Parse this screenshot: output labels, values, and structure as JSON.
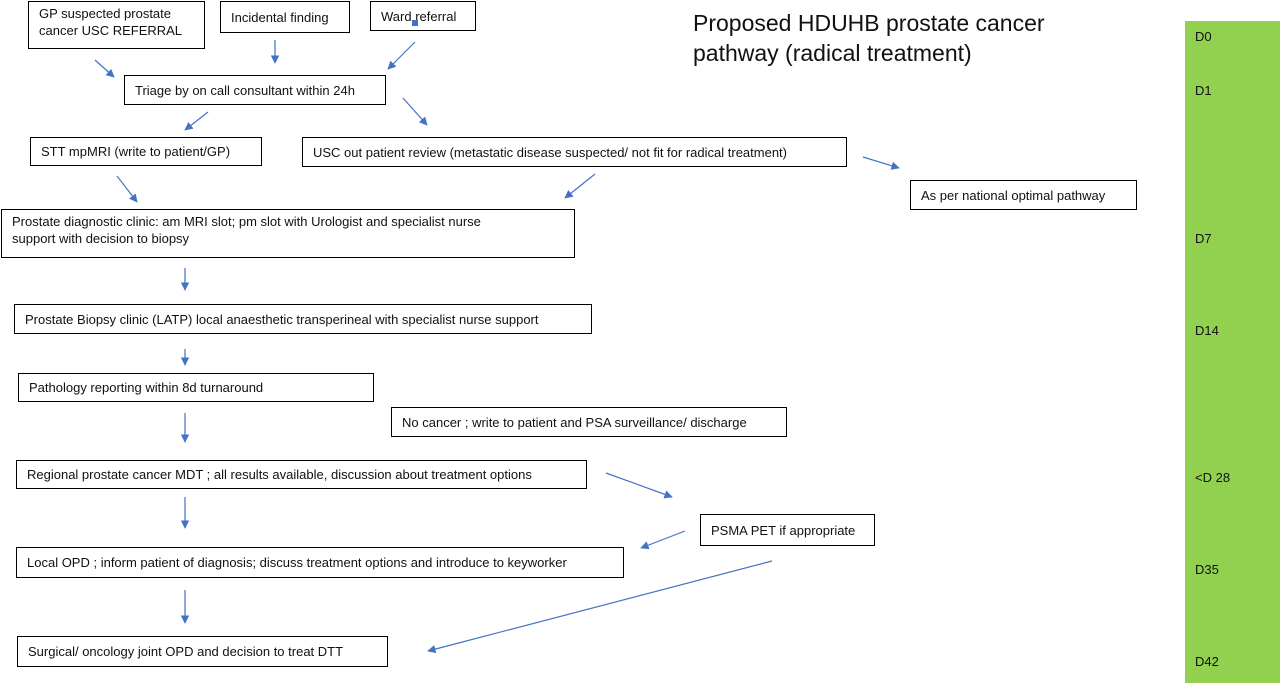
{
  "title": "Proposed HDUHB  prostate cancer pathway (radical treatment)",
  "colors": {
    "timeline": "#92d050",
    "arrow": "#4472c4",
    "border": "#000000"
  },
  "boxes": {
    "gp_referral": "GP suspected prostate cancer USC REFERRAL",
    "incidental": "Incidental finding",
    "ward_referral": "Ward referral",
    "triage": "Triage by on call consultant within 24h",
    "stt_mpmri": "STT mpMRI  (write to patient/GP)",
    "usc_review": "USC out patient review (metastatic disease suspected/ not fit for radical treatment)",
    "national_pathway": "As per national optimal pathway",
    "diagnostic_clinic": "Prostate diagnostic clinic: am MRI slot; pm slot with Urologist and specialist nurse support with decision to biopsy",
    "biopsy_clinic": "Prostate Biopsy clinic (LATP) local anaesthetic  transperineal  with specialist nurse support",
    "pathology": "Pathology reporting within 8d turnaround",
    "no_cancer": "No cancer ; write to patient and PSA surveillance/ discharge",
    "mdt": "Regional prostate cancer MDT ; all results available, discussion about treatment options",
    "psma_pet": "PSMA PET if appropriate",
    "local_opd": "Local OPD ; inform patient of diagnosis; discuss treatment options and introduce to keyworker",
    "joint_opd": "Surgical/ oncology joint OPD and decision to treat DTT"
  },
  "timeline": [
    "D0",
    "D1",
    "D7",
    "D14",
    "<D 28",
    "D35",
    "D42"
  ]
}
